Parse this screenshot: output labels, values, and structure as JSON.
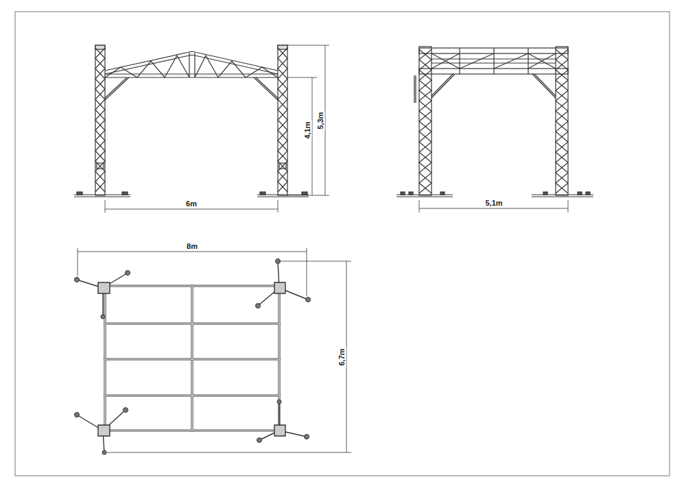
{
  "diagram": {
    "labels": [
      "4,1m",
      "5,3m",
      "6m",
      "5,1m",
      "8m",
      "6,7m"
    ]
  }
}
